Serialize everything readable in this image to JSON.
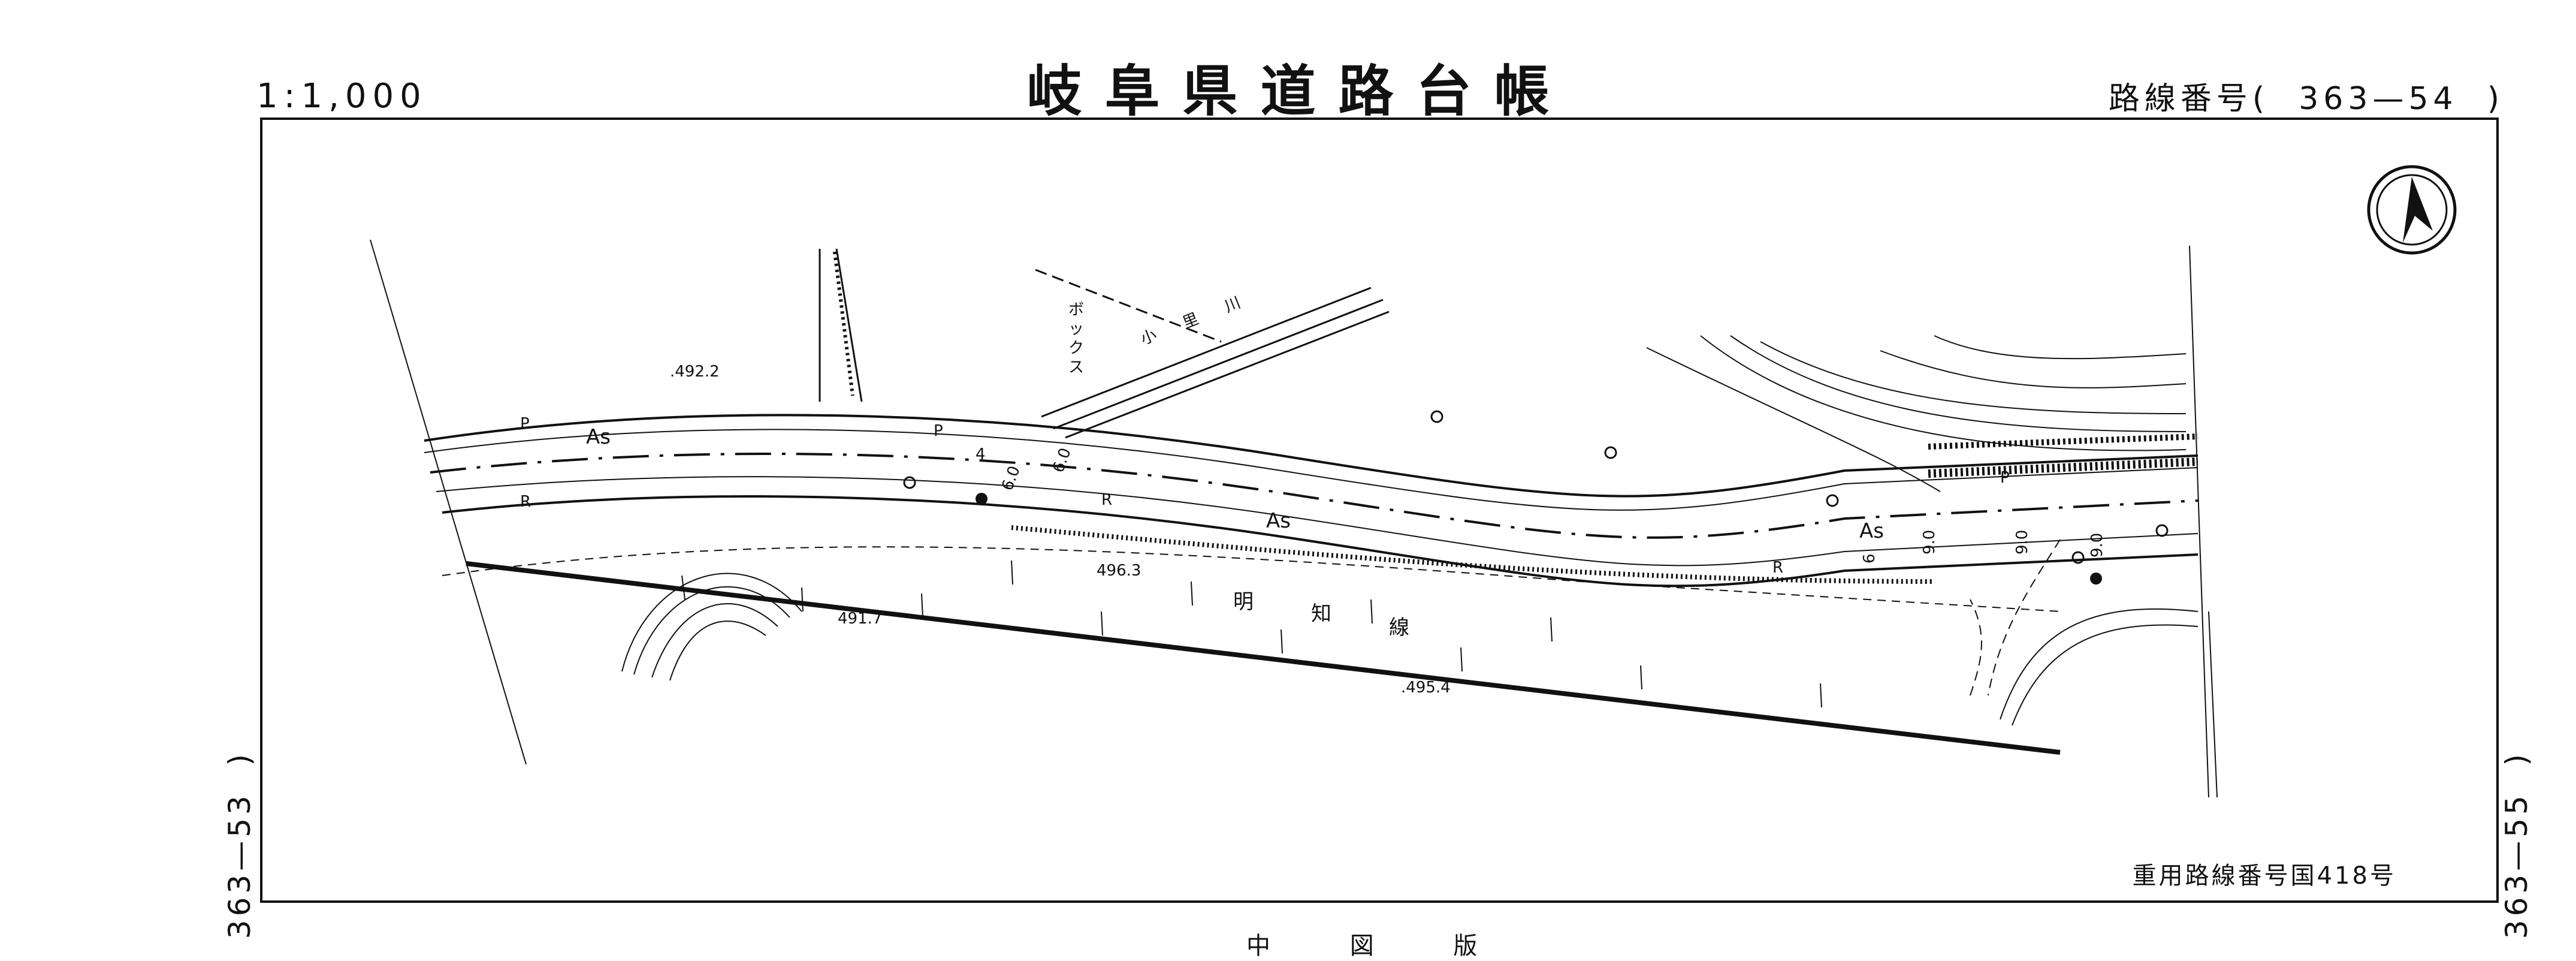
{
  "header": {
    "scale": "1:1,000",
    "title": "岐阜県道路台帳",
    "route_label": "路線番号",
    "route_number": "363—54"
  },
  "adjacent_sheets": {
    "previous": "363—53",
    "next": "363—55"
  },
  "map": {
    "road_name": [
      "明",
      "知",
      "線"
    ],
    "box_culvert_label": [
      "ボ",
      "ッ",
      "ク",
      "ス"
    ],
    "river_name": [
      "小",
      "里",
      "川"
    ],
    "elevations": [
      ".492.2",
      "496.3",
      "491.7",
      ".495.4"
    ],
    "surface_labels": [
      "As",
      "As",
      "As"
    ],
    "edge_labels": [
      "P",
      "P",
      "P",
      "R",
      "R",
      "R"
    ],
    "widths": [
      "4",
      "6.0",
      "6.0",
      "9.0",
      "9.0",
      "9.0",
      "6"
    ],
    "north_arrow_icon": "north-arrow-icon"
  },
  "footer": {
    "note": "重用路線番号国418号",
    "bottom_hint": "中 図 版"
  }
}
